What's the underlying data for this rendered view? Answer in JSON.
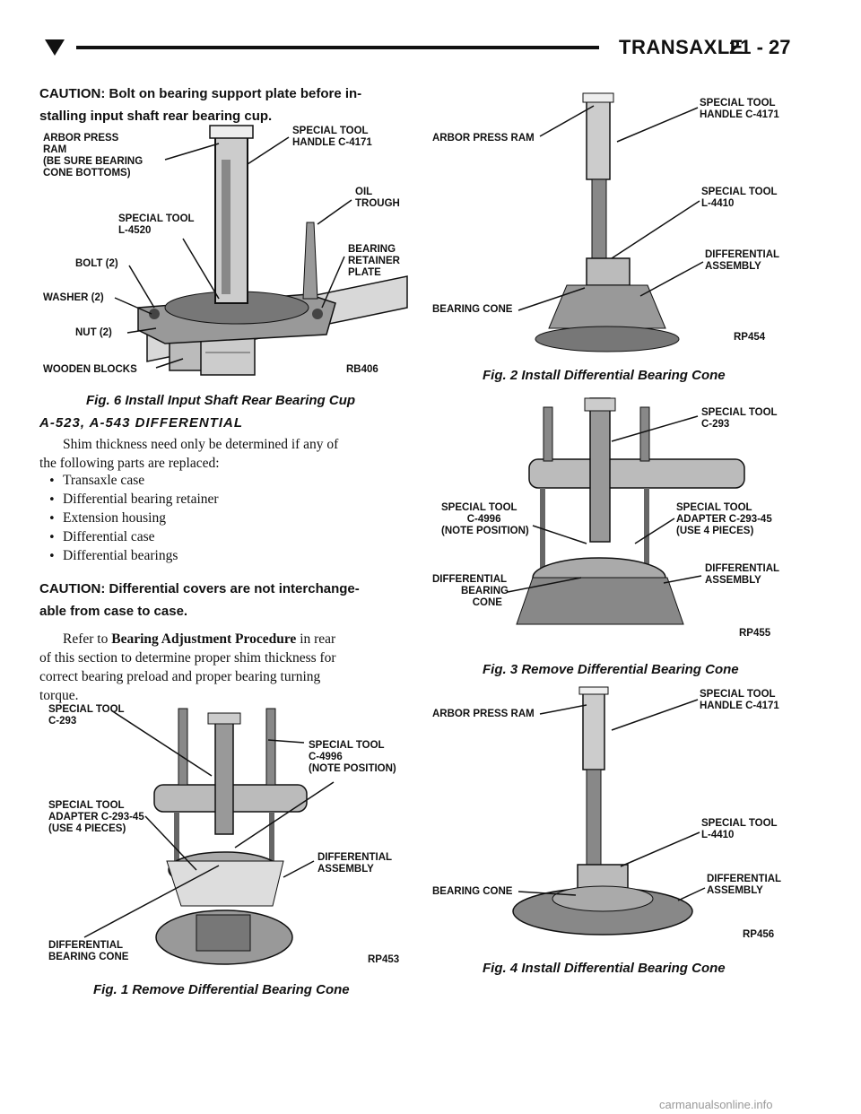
{
  "header": {
    "title": "TRANSAXLE",
    "page": "21 - 27"
  },
  "left": {
    "caution1": [
      "CAUTION: Bolt on bearing support plate before in-",
      "stalling input shaft rear bearing cup."
    ],
    "fig6": {
      "caption": "Fig. 6 Install Input Shaft Rear Bearing Cup",
      "code": "RB406",
      "labels": {
        "arbor": "ARBOR PRESS\nRAM\n(BE SURE BEARING\nCONE BOTTOMS)",
        "handle": "SPECIAL TOOL\nHANDLE C-4171",
        "oil": "OIL\nTROUGH",
        "tool": "SPECIAL TOOL\nL-4520",
        "retainer": "BEARING\nRETAINER\nPLATE",
        "bolt": "BOLT (2)",
        "washer": "WASHER (2)",
        "nut": "NUT (2)",
        "blocks": "WOODEN BLOCKS"
      }
    },
    "section_title": "A-523, A-543 DIFFERENTIAL",
    "para1": [
      "Shim thickness need only be determined if any of",
      "the following parts are replaced:"
    ],
    "bullets": [
      "Transaxle case",
      "Differential bearing retainer",
      "Extension housing",
      "Differential case",
      "Differential bearings"
    ],
    "caution2": [
      "CAUTION: Differential covers are not interchange-",
      "able from case to case."
    ],
    "para2": {
      "pre": "Refer to ",
      "bold": "Bearing Adjustment Procedure",
      "post": " in rear",
      "rest": [
        "of this section to determine proper shim thickness for",
        "correct bearing preload and proper bearing turning",
        "torque."
      ]
    },
    "fig1": {
      "caption": "Fig. 1 Remove Differential Bearing Cone",
      "code": "RP453",
      "labels": {
        "c293": "SPECIAL TOOL\nC-293",
        "c4996": "SPECIAL TOOL\nC-4996\n(NOTE POSITION)",
        "adapter": "SPECIAL TOOL\nADAPTER C-293-45\n(USE 4 PIECES)",
        "diff": "DIFFERENTIAL\nASSEMBLY",
        "cone": "DIFFERENTIAL\nBEARING CONE"
      }
    }
  },
  "right": {
    "fig2": {
      "caption": "Fig. 2 Install Differential Bearing Cone",
      "code": "RP454",
      "labels": {
        "handle": "SPECIAL TOOL\nHANDLE C-4171",
        "arbor": "ARBOR PRESS RAM",
        "l4410": "SPECIAL TOOL\nL-4410",
        "diff": "DIFFERENTIAL\nASSEMBLY",
        "cone": "BEARING CONE"
      }
    },
    "fig3": {
      "caption": "Fig. 3 Remove Differential Bearing Cone",
      "code": "RP455",
      "labels": {
        "c293": "SPECIAL TOOL\nC-293",
        "c4996": "SPECIAL TOOL\n         C-4996\n(NOTE POSITION)",
        "adapter": "SPECIAL TOOL\nADAPTER C-293-45\n(USE 4 PIECES)",
        "diff": "DIFFERENTIAL\nASSEMBLY",
        "cone": "DIFFERENTIAL\n          BEARING\n              CONE"
      }
    },
    "fig4": {
      "caption": "Fig. 4 Install Differential Bearing Cone",
      "code": "RP456",
      "labels": {
        "arbor": "ARBOR PRESS RAM",
        "handle": "SPECIAL TOOL\nHANDLE C-4171",
        "l4410": "SPECIAL TOOL\nL-4410",
        "cone": "BEARING CONE",
        "diff": "DIFFERENTIAL\nASSEMBLY"
      }
    }
  },
  "watermark": "carmanualsonline.info"
}
